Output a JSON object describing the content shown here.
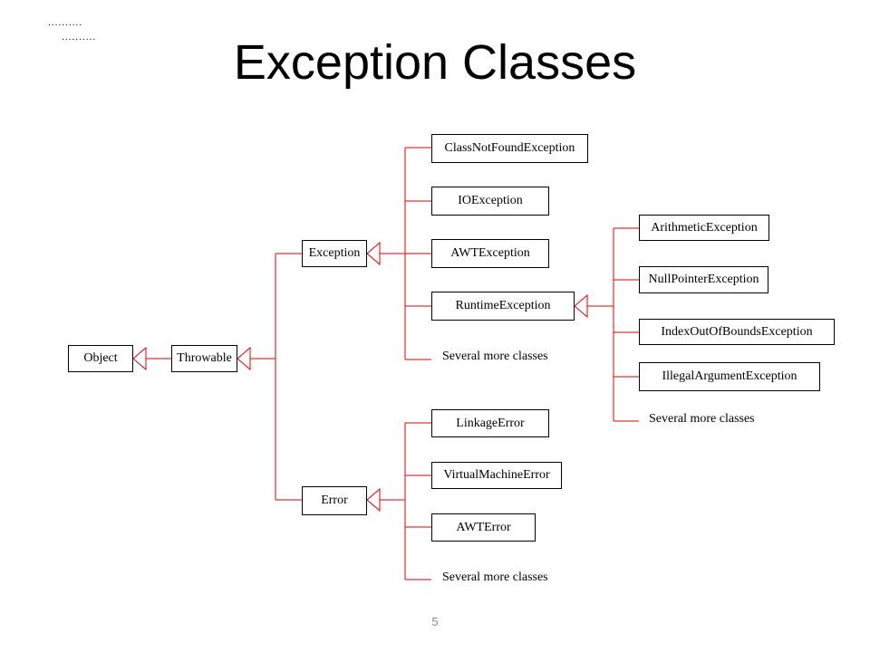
{
  "slide": {
    "corner_marks": [
      "..........",
      ".........."
    ],
    "title": "Exception Classes",
    "page_number": "5"
  },
  "diagram": {
    "line_color": "#e00000",
    "nodes": {
      "object": "Object",
      "throwable": "Throwable",
      "exception": "Exception",
      "error": "Error",
      "class_not_found": "ClassNotFoundException",
      "io_exception": "IOException",
      "awt_exception": "AWTException",
      "runtime_exception": "RuntimeException",
      "arithmetic_exception": "ArithmeticException",
      "null_pointer_exception": "NullPointerException",
      "index_out_of_bounds": "IndexOutOfBoundsException",
      "illegal_argument": "IllegalArgumentException",
      "linkage_error": "LinkageError",
      "virtual_machine_error": "VirtualMachineError",
      "awt_error": "AWTError"
    },
    "more_labels": {
      "exception_more": "Several more classes",
      "runtime_more": "Several more classes",
      "error_more": "Several more classes"
    }
  }
}
